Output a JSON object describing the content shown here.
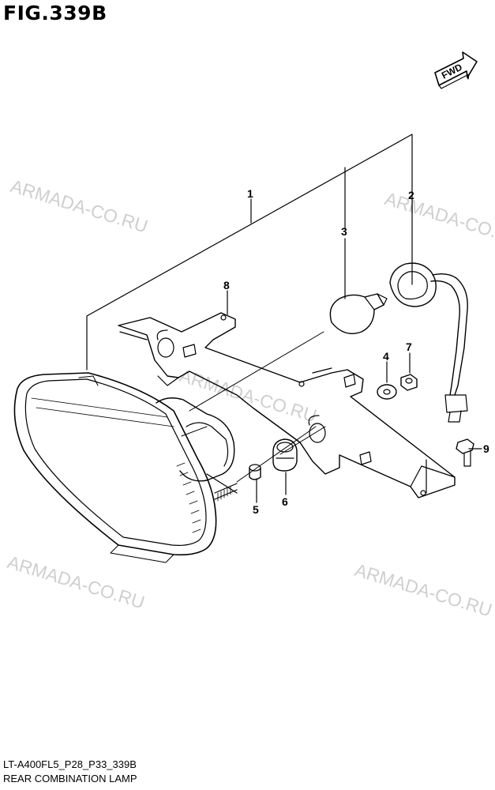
{
  "figure": {
    "title": "FIG.339B",
    "code": "LT-A400FL5_P28_P33_339B",
    "caption": "REAR COMBINATION LAMP"
  },
  "watermark": "ARMADA-CO.RU",
  "fwd_label": "FWD",
  "callouts": {
    "c1": "1",
    "c2": "2",
    "c3": "3",
    "c4": "4",
    "c5": "5",
    "c6": "6",
    "c7": "7",
    "c8": "8",
    "c9": "9"
  }
}
